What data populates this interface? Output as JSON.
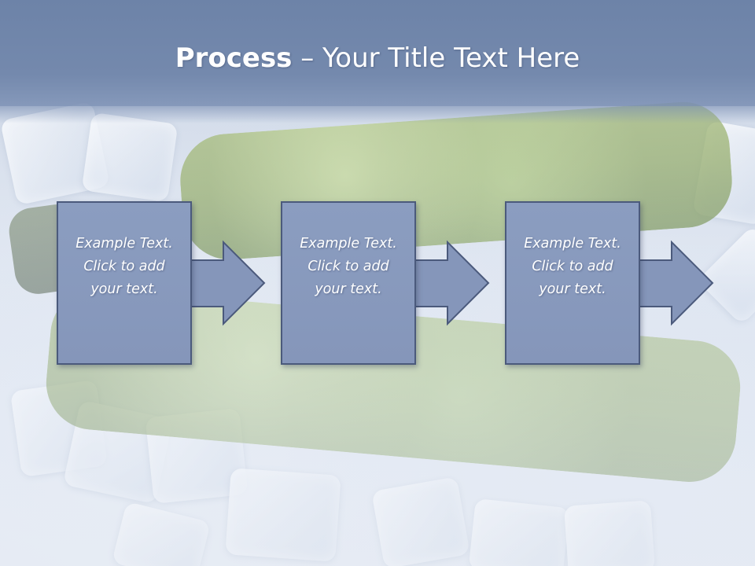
{
  "title": {
    "bold": "Process",
    "rest": " – Your Title Text Here"
  },
  "steps": [
    {
      "text": "Example Text.\nClick  to add\nyour text."
    },
    {
      "text": "Example Text.\nClick  to add\nyour text."
    },
    {
      "text": "Example Text.\nClick  to add\nyour text."
    }
  ],
  "colors": {
    "title_bar": "#7489ad",
    "box_fill": "#8b9dc0",
    "box_border": "#4b5a7c",
    "text": "#ffffff"
  }
}
